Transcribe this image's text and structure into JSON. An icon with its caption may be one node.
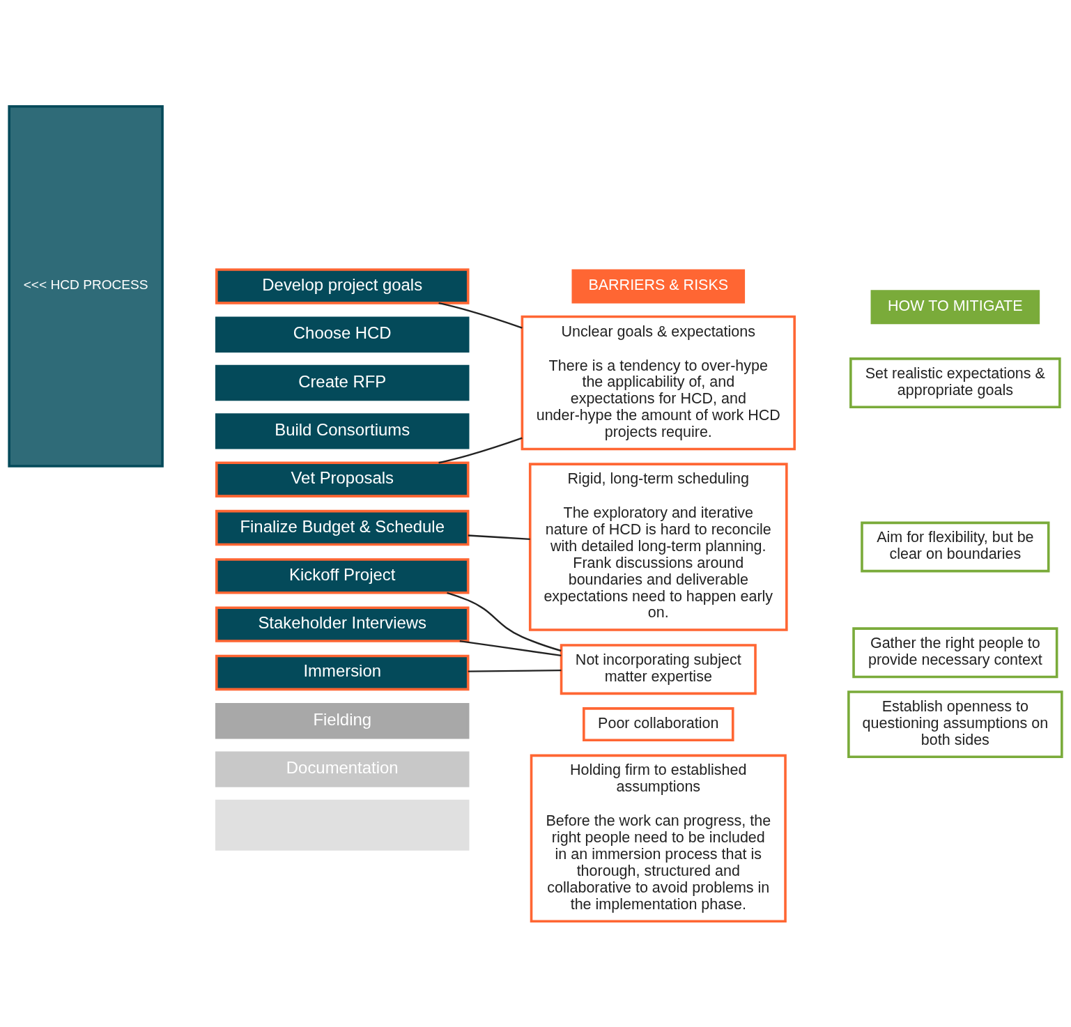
{
  "diagram": {
    "nodes": [
      {
        "text": [
          "<<< HCD PROCESS"
        ]
      },
      {
        "text": [
          "Develop project goals"
        ]
      },
      {
        "text": [
          "Choose HCD"
        ]
      },
      {
        "text": [
          "Create RFP"
        ]
      },
      {
        "text": [
          "Build Consortiums"
        ]
      },
      {
        "text": [
          "Vet Proposals"
        ]
      },
      {
        "text": [
          "Finalize Budget & Schedule"
        ]
      },
      {
        "text": [
          "Kickoff Project"
        ]
      },
      {
        "text": [
          "Stakeholder Interviews"
        ]
      },
      {
        "text": [
          "Immersion"
        ]
      },
      {
        "text": [
          "Fielding"
        ]
      },
      {
        "text": [
          "Documentation"
        ]
      },
      {
        "text": [],
        "shape": "box"
      },
      {
        "text": [
          "BARRIERS & RISKS"
        ]
      },
      {
        "text": [
          "HOW TO MITIGATE"
        ]
      },
      {
        "text": [
          "Unclear goals & expectations",
          "There is a tendency to over-hype the applicability of, and expectations for HCD, and under-hype the amount of work HCD projects require."
        ]
      },
      {
        "text": [
          "Rigid, long-term scheduling",
          "The exploratory and iterative nature of HCD is hard to reconcile with detailed long-term planning. Frank discussions around boundaries and deliverable expectations need to happen early on."
        ]
      },
      {
        "text": [
          "Not incorporating subject matter expertise"
        ]
      },
      {
        "text": [
          "Poor collaboration"
        ]
      },
      {
        "text": [
          "Holding firm to established assumptions",
          "Before the work can progress, the right people need to be included in an immersion process that is thorough, structured and collaborative to avoid problems in the implementation phase."
        ]
      },
      {
        "text": [
          "Set realistic expectations & appropriate goals"
        ]
      },
      {
        "text": [
          "Aim for flexibility, but be clear on boundaries"
        ]
      },
      {
        "text": [
          "Gather the right people to provide necessary context"
        ]
      },
      {
        "text": [
          "Establish openness to questioning assumptions on both sides"
        ]
      }
    ],
    "edges": [
      {
        "from": 1,
        "to": 15,
        "arrow": "none"
      },
      {
        "from": 5,
        "to": 15,
        "arrow": "none"
      },
      {
        "from": 6,
        "to": 16,
        "arrow": "none"
      },
      {
        "from": 7,
        "to": 17,
        "arrow": "none"
      },
      {
        "from": 8,
        "to": 17,
        "arrow": "none"
      },
      {
        "from": 9,
        "to": 17,
        "arrow": "none"
      }
    ]
  }
}
